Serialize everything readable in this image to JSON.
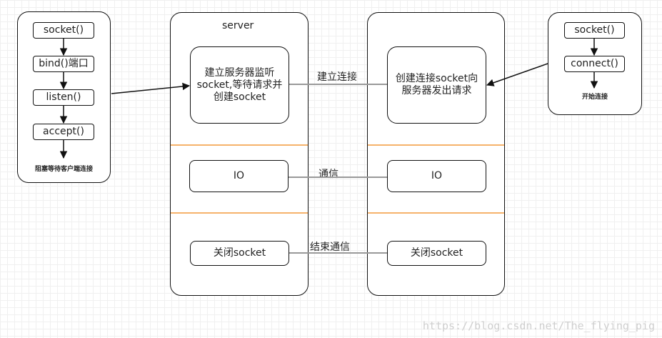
{
  "client_left": {
    "steps": [
      "socket()",
      "bind()端口",
      "listen()",
      "accept()"
    ],
    "note": "阻塞等待客户端连接"
  },
  "server": {
    "title": "server",
    "box_listen": "建立服务器监听socket,等待请求并创建socket",
    "box_io": "IO",
    "box_close": "关闭socket"
  },
  "client_right": {
    "box_create": "创建连接socket向服务器发出请求",
    "box_io": "IO",
    "box_close": "关闭socket"
  },
  "client_connect": {
    "steps": [
      "socket()",
      "connect()"
    ],
    "note": "开始连接"
  },
  "links": {
    "establish": "建立连接",
    "communicate": "通信",
    "end": "结束通信"
  },
  "watermark": "https://blog.csdn.net/The_flying_pig",
  "colors": {
    "separator": "#f6b26b",
    "connector": "#999999",
    "arrow": "#111111"
  }
}
